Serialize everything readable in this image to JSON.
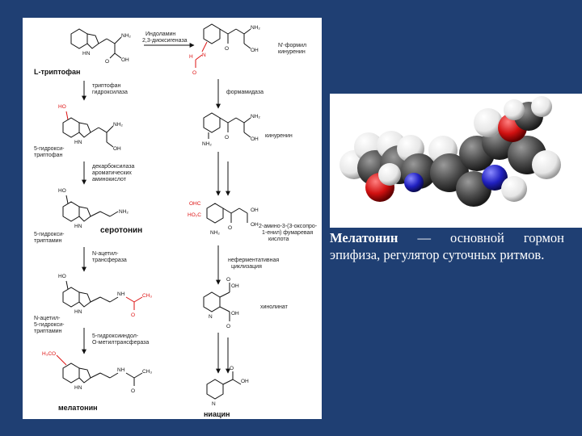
{
  "left_column": {
    "tryptophan": "L-триптофан",
    "enzyme_1": [
      "триптофан",
      "гидроксилаза"
    ],
    "hydroxytryptophan": [
      "5-гидрокси-",
      "триптофан"
    ],
    "enzyme_2": [
      "декарбоксилаза",
      "ароматических",
      "аминокислот"
    ],
    "serotonin_side": [
      "5-гидрокси-",
      "триптамин"
    ],
    "serotonin": "серотонин",
    "enzyme_3": [
      "N-ацетил-",
      "трансфераза"
    ],
    "acetyl_product": [
      "N-ацетил-",
      "5-гидрокси-",
      "триптамин"
    ],
    "enzyme_4": [
      "5-гидроксииндол-",
      "О-метилтрансфераза"
    ],
    "melatonin": "мелатонин"
  },
  "right_column": {
    "top_enzyme": [
      "Индоламин",
      "2,3-диоксигеназа"
    ],
    "formylkynurenine": [
      "N'-формил",
      "кинуренин"
    ],
    "formamidase": "формамидаза",
    "kynurenine": "кинуренин",
    "intermediate": [
      "2-амино-3-(3-оксопро-",
      "1-енил) фумаревая",
      "кислота"
    ],
    "cyclization": [
      "неферментативная",
      "циклизация"
    ],
    "quinolinate": "хинолинат",
    "niacin": "ниацин"
  },
  "atoms": {
    "nh": "HN",
    "nh2": "NH₂",
    "oh": "OH",
    "o": "O",
    "h": "H",
    "n": "N",
    "ch3": "CH₃",
    "h3co": "H₃CO",
    "ho": "HO",
    "nh_amide": "NH",
    "ohc": "OHC",
    "ho2c": "HO₂C"
  },
  "caption": {
    "term": "Мелатонин",
    "dash": " — ",
    "text": "основной гормон эпифиза, регулятор суточных ритмов."
  },
  "colors": {
    "background": "#1f3f73",
    "highlight": "#dd1111",
    "panel": "#ffffff"
  }
}
